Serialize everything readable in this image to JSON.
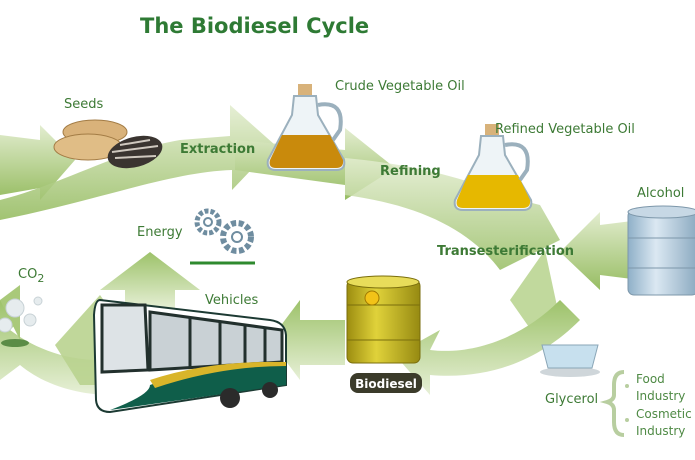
{
  "title": "The Biodiesel Cycle",
  "labels": {
    "seeds": "Seeds",
    "extraction": "Extraction",
    "crude_oil": "Crude Vegetable Oil",
    "refining": "Refining",
    "refined_oil": "Refined Vegetable Oil",
    "alcohol": "Alcohol",
    "transesterification": "Transesterification",
    "energy": "Energy",
    "co2_main": "CO",
    "co2_sub": "2",
    "vehicles": "Vehicles",
    "biodiesel": "Biodiesel",
    "glycerol": "Glycerol"
  },
  "glycerol_uses": [
    {
      "line1": "Food",
      "line2": "Industry"
    },
    {
      "line1": "Cosmetic",
      "line2": "Industry"
    }
  ],
  "colors": {
    "title": "#2e7a34",
    "band_light": "#dfeacb",
    "band_dark": "#8fb85a",
    "oil": "#c98a0c",
    "refined": "#e6b800",
    "bus_green": "#0f5e4a"
  }
}
